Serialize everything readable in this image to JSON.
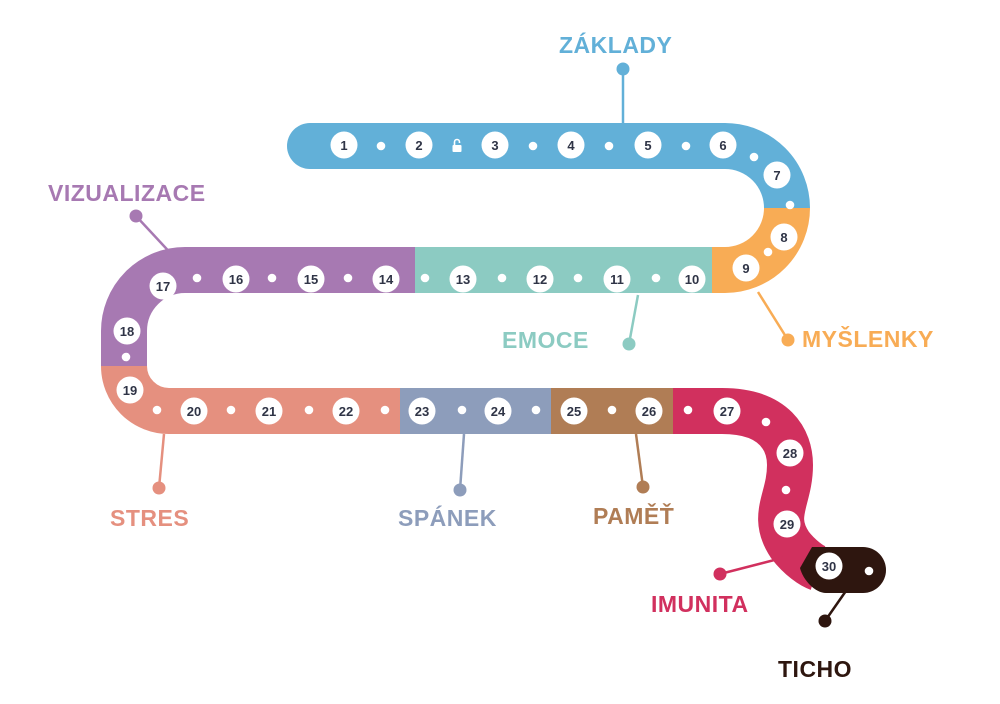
{
  "colors": {
    "zaklady": "#62b0d8",
    "myslenky": "#f8ac55",
    "emoce": "#8ccbc2",
    "vizualizace": "#a779b2",
    "stres": "#e5907f",
    "spanek": "#8d9dbb",
    "pamet": "#b07d55",
    "imunita": "#d1305e",
    "ticho": "#2e160f",
    "node_fill": "#ffffff",
    "node_text": "#2f3446"
  },
  "sections": [
    {
      "id": "zaklady",
      "label": "ZÁKLADY"
    },
    {
      "id": "myslenky",
      "label": "MYŠLENKY"
    },
    {
      "id": "emoce",
      "label": "EMOCE"
    },
    {
      "id": "vizualizace",
      "label": "VIZUALIZACE"
    },
    {
      "id": "stres",
      "label": "STRES"
    },
    {
      "id": "spanek",
      "label": "SPÁNEK"
    },
    {
      "id": "pamet",
      "label": "PAMĚŤ"
    },
    {
      "id": "imunita",
      "label": "IMUNITA"
    },
    {
      "id": "ticho",
      "label": "TICHO"
    }
  ],
  "steps": [
    "1",
    "2",
    "3",
    "4",
    "5",
    "6",
    "7",
    "8",
    "9",
    "10",
    "11",
    "12",
    "13",
    "14",
    "15",
    "16",
    "17",
    "18",
    "19",
    "20",
    "21",
    "22",
    "23",
    "24",
    "25",
    "26",
    "27",
    "28",
    "29",
    "30"
  ],
  "lock_icon": "unlock-icon"
}
